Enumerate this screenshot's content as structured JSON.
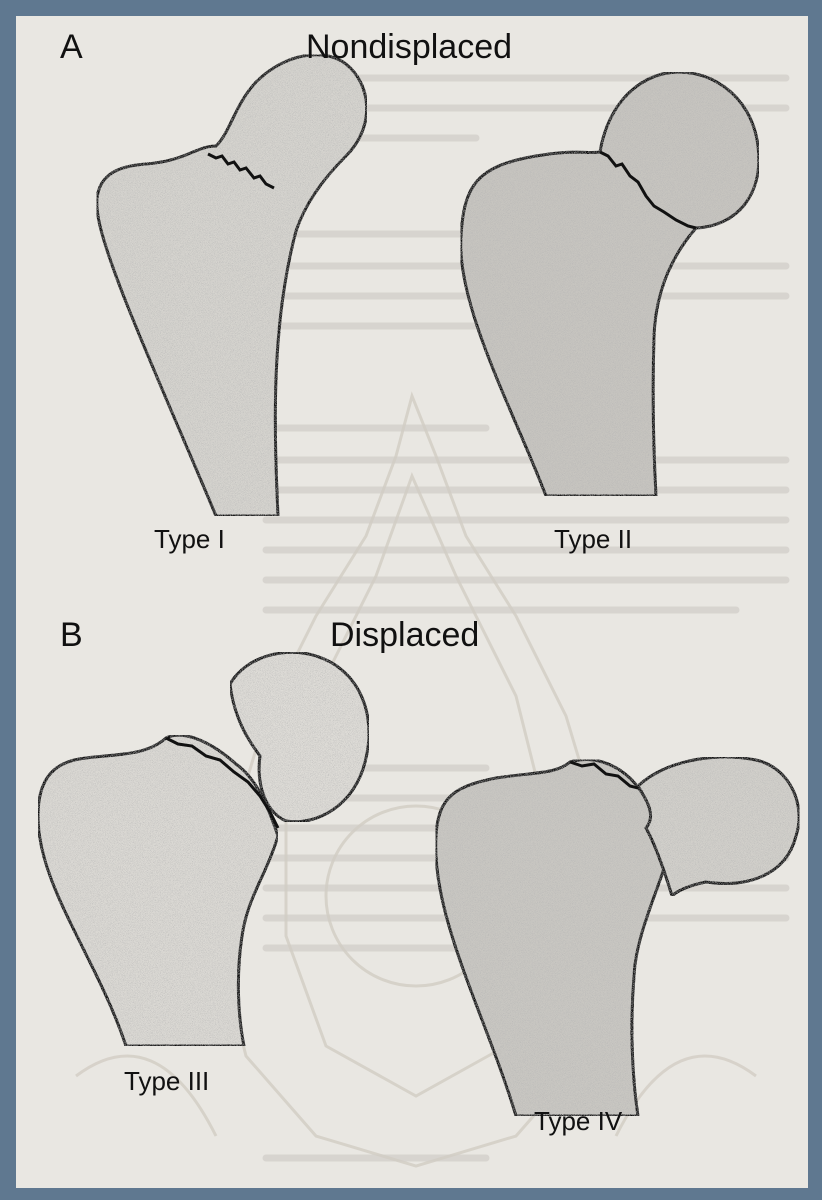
{
  "panels": [
    {
      "letter": "A",
      "heading": "Nondisplaced",
      "figures": [
        {
          "label": "Type I"
        },
        {
          "label": "Type II"
        }
      ]
    },
    {
      "letter": "B",
      "heading": "Displaced",
      "figures": [
        {
          "label": "Type III"
        },
        {
          "label": "Type IV"
        }
      ]
    }
  ],
  "colors": {
    "frame": "#5f7890",
    "paper": "#e9e7e2",
    "ink": "#111111",
    "bone_light": "#d6d4cf",
    "bone_dark": "#c3c1bc",
    "watermark": "#cfcac2",
    "bleed_text": "#b9b6b0"
  }
}
